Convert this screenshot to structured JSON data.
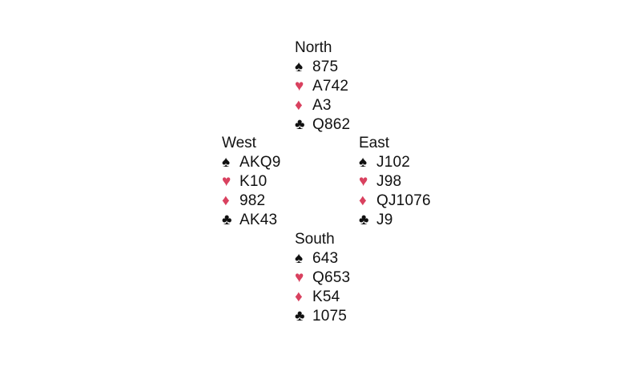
{
  "suits": {
    "spades": {
      "glyph": "♠",
      "color": "#111111"
    },
    "hearts": {
      "glyph": "♥",
      "color": "#d9415f"
    },
    "diamonds": {
      "glyph": "♦",
      "color": "#d9415f"
    },
    "clubs": {
      "glyph": "♣",
      "color": "#111111"
    }
  },
  "hands": {
    "north": {
      "player": "North",
      "spades": "875",
      "hearts": "A742",
      "diamonds": "A3",
      "clubs": "Q862"
    },
    "west": {
      "player": "West",
      "spades": "AKQ9",
      "hearts": "K10",
      "diamonds": "982",
      "clubs": "AK43"
    },
    "east": {
      "player": "East",
      "spades": "J102",
      "hearts": "J98",
      "diamonds": "QJ1076",
      "clubs": "J9"
    },
    "south": {
      "player": "South",
      "spades": "643",
      "hearts": "Q653",
      "diamonds": "K54",
      "clubs": "1075"
    }
  }
}
